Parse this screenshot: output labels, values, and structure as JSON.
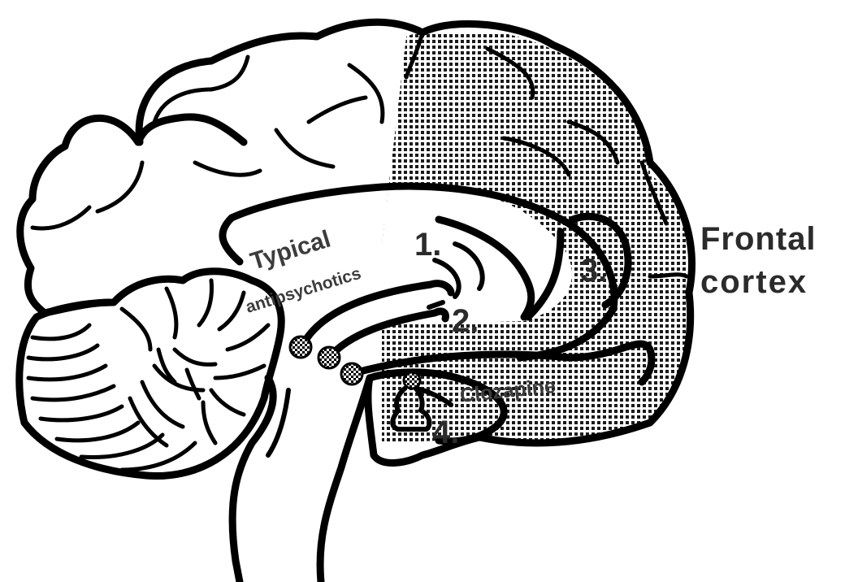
{
  "labels": {
    "typical": "Typical",
    "antipsychotics": "antipsychotics",
    "n1": "1.",
    "n2": "2.",
    "n3": "3.",
    "n4": "4.",
    "clozapine": "Clozapine",
    "frontal": "Frontal",
    "cortex": "cortex"
  },
  "regions": [
    {
      "name": "frontal-cortex-stippled-region",
      "pattern": "dotted"
    }
  ],
  "colors": {
    "line": "#000000",
    "label": "#3c3c3c",
    "background": "#ffffff"
  }
}
